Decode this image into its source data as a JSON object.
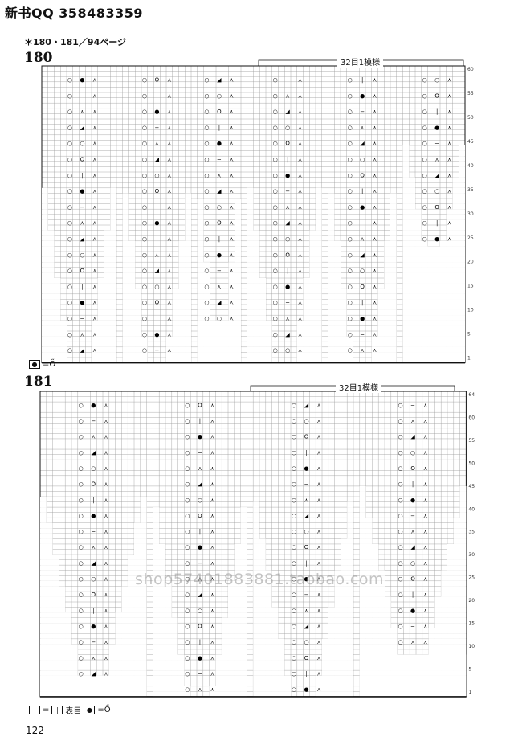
{
  "header": {
    "banner": "新书QQ 358483359"
  },
  "page_ref": "＊180・181／94ページ",
  "charts": [
    {
      "number": "180",
      "repeat_label": "32目1模様",
      "row_labels": [
        "60",
        "55",
        "50",
        "45",
        "40",
        "35",
        "30",
        "25",
        "20",
        "15",
        "10",
        "5",
        "1"
      ]
    },
    {
      "number": "181",
      "repeat_label": "32目1模様",
      "row_labels": [
        "64",
        "60",
        "55",
        "50",
        "45",
        "40",
        "35",
        "30",
        "25",
        "20",
        "15",
        "10",
        "5",
        "1"
      ]
    }
  ],
  "legends": {
    "chart180": {
      "item": "=",
      "symbol": "◉",
      "symbol_eq": "=Ő"
    },
    "chart181": {
      "blank_eq": "=",
      "blank_value": "|",
      "blank_text": "表目",
      "symbol_eq": "=Ő"
    }
  },
  "watermark": "shop57401883881.taobao.com",
  "footer": {
    "page_number": "122"
  }
}
